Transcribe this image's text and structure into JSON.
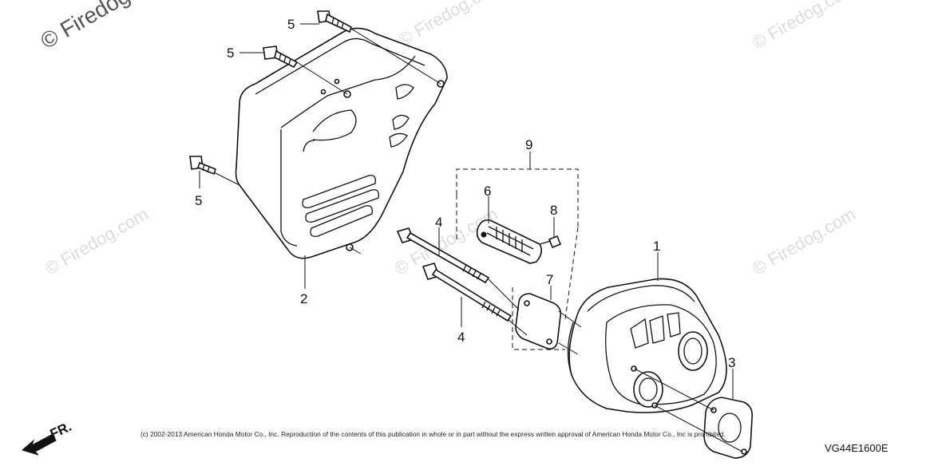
{
  "watermarks": {
    "top_left": "© Firedog",
    "faint": "© Firedog.com"
  },
  "callouts": {
    "c1": "1",
    "c2": "2",
    "c3": "3",
    "c4a": "4",
    "c4b": "4",
    "c5a": "5",
    "c5b": "5",
    "c5c": "5",
    "c6": "6",
    "c7": "7",
    "c8": "8",
    "c9": "9"
  },
  "direction_marker": {
    "label": "FR."
  },
  "copyright": "(c) 2002-2013 American Honda Motor Co., Inc. Reproduction of the contents of this publication in whole or in part without the express written approval of American Honda Motor Co., Inc is prohibited.",
  "figure_code": "VG44E1600E"
}
